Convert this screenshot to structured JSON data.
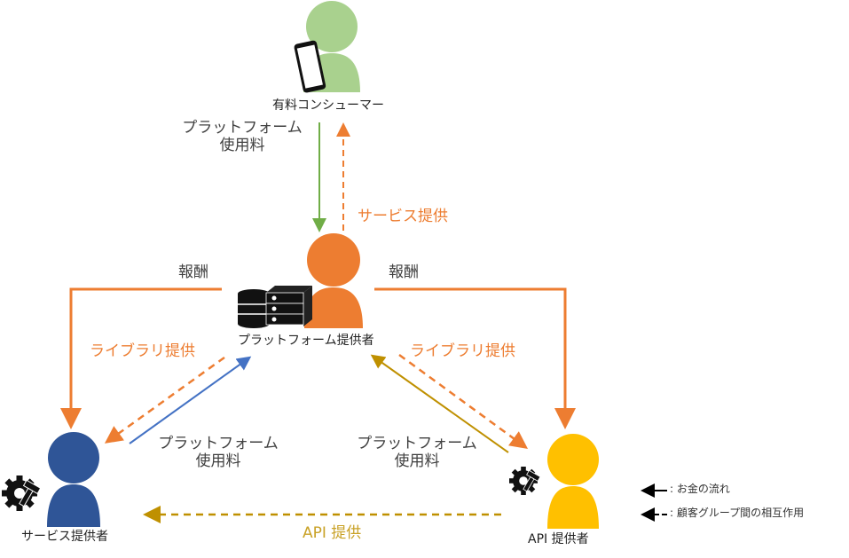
{
  "colors": {
    "consumer": "#A9D18E",
    "platform": "#ED7D31",
    "service": "#2F5597",
    "api": "#FFC000",
    "green_flow": "#70AD47",
    "blue_flow": "#4472C4",
    "gold_flow": "#BF9000",
    "gold_text": "#C9A227",
    "orange_flow": "#ED7D31"
  },
  "actors": {
    "consumer": {
      "name": "有料コンシューマー",
      "icon": "smartphone-icon"
    },
    "platform": {
      "name": "プラットフォーム提供者",
      "icon": "server-database-icon"
    },
    "service": {
      "name": "サービス提供者",
      "icon": "gear-hammer-icon"
    },
    "api": {
      "name": "API 提供者",
      "icon": "gear-hammer-icon"
    }
  },
  "flows": {
    "consumer_fee": {
      "line1": "プラットフォーム",
      "line2": "使用料"
    },
    "service_provision": "サービス提供",
    "reward_left": "報酬",
    "reward_right": "報酬",
    "library_left": "ライブラリ提供",
    "library_right": "ライブラリ提供",
    "service_fee": {
      "line1": "プラットフォーム",
      "line2": "使用料"
    },
    "api_fee": {
      "line1": "プラットフォーム",
      "line2": "使用料"
    },
    "api_provision": "API 提供"
  },
  "legend": {
    "money": {
      "symbol": "←――",
      "label": ": お金の流れ"
    },
    "interaction": {
      "symbol": "←‑‑‑",
      "label": ": 顧客グループ間の相互作用"
    }
  }
}
